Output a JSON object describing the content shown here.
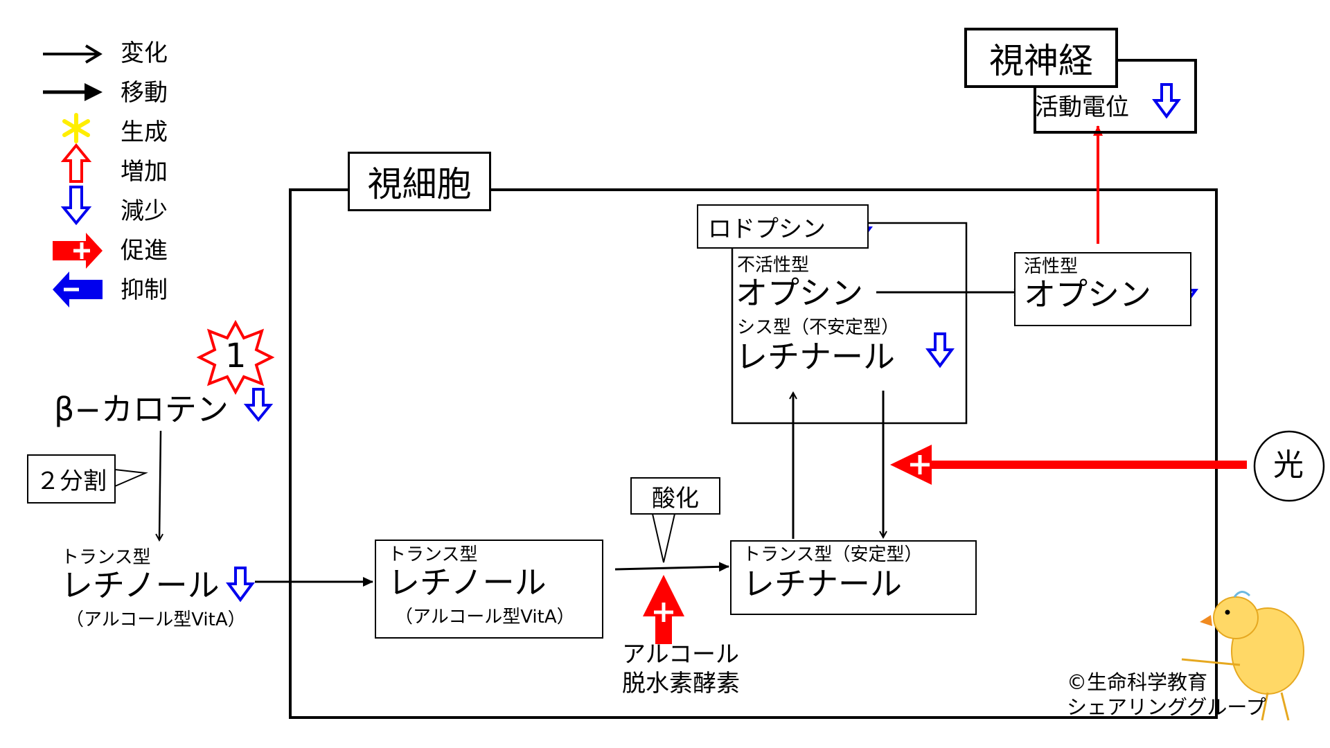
{
  "legend": [
    {
      "label": "変化",
      "symbol": "thin-arrow-icon"
    },
    {
      "label": "移動",
      "symbol": "bold-arrow-icon"
    },
    {
      "label": "生成",
      "symbol": "yellow-asterisk-icon"
    },
    {
      "label": "増加",
      "symbol": "red-up-hollow-arrow-icon"
    },
    {
      "label": "減少",
      "symbol": "blue-down-hollow-arrow-icon"
    },
    {
      "label": "促進",
      "symbol": "red-plus-arrow-icon"
    },
    {
      "label": "抑制",
      "symbol": "blue-minus-arrow-icon"
    }
  ],
  "badge": "1",
  "beta_carotene": "β−カロテン",
  "split": "２分割",
  "retinol_outside": {
    "type": "トランス型",
    "name": "レチノール",
    "note": "（アルコール型VitA）"
  },
  "cell": {
    "title": "視細胞"
  },
  "retinol_inside": {
    "type": "トランス型",
    "name": "レチノール",
    "note": "（アルコール型VitA）"
  },
  "oxidation": "酸化",
  "enzyme": {
    "line1": "アルコール",
    "line2": "脱水素酵素"
  },
  "retinal_trans": {
    "type": "トランス型（安定型）",
    "name": "レチナール"
  },
  "rhodopsin": {
    "title": "ロドプシン",
    "inactive_type": "不活性型",
    "opsin": "オプシン",
    "cis_type": "シス型（不安定型）",
    "retinal": "レチナール"
  },
  "active_opsin": {
    "type": "活性型",
    "name": "オプシン"
  },
  "optic_nerve": {
    "title": "視神経",
    "potential": "活動電位"
  },
  "light": "光",
  "copyright": {
    "line1": "©生命科学教育",
    "line2": "シェアリンググループ"
  },
  "colors": {
    "increase": "#ff0000",
    "decrease": "#0000ee",
    "generate": "#ffee00"
  }
}
